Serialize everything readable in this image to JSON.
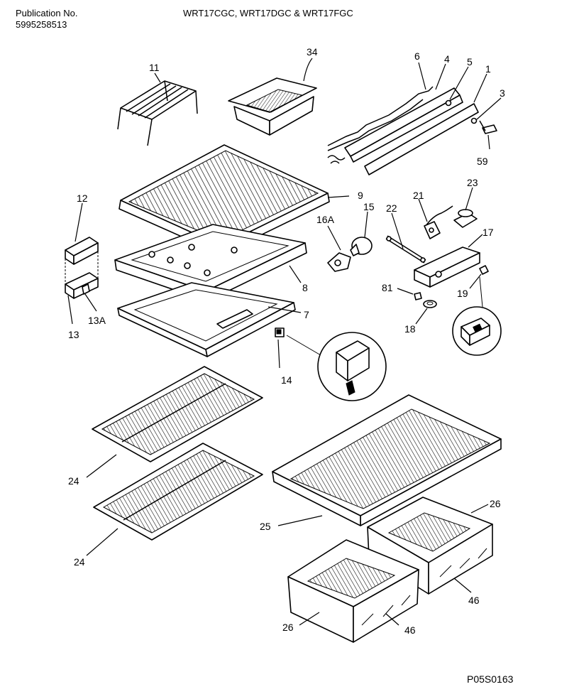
{
  "header": {
    "publication_label": "Publication No.",
    "publication_number": "5995258513",
    "models": "WRT17CGC, WRT17DGC & WRT17FGC"
  },
  "footer": {
    "drawing_code": "P05S0163"
  },
  "callouts": [
    "11",
    "34",
    "6",
    "4",
    "5",
    "1",
    "3",
    "59",
    "12",
    "13",
    "13A",
    "9",
    "8",
    "7",
    "14",
    "16A",
    "15",
    "21",
    "22",
    "23",
    "17",
    "81",
    "19",
    "18",
    "24",
    "24",
    "25",
    "26",
    "26",
    "46",
    "46"
  ]
}
